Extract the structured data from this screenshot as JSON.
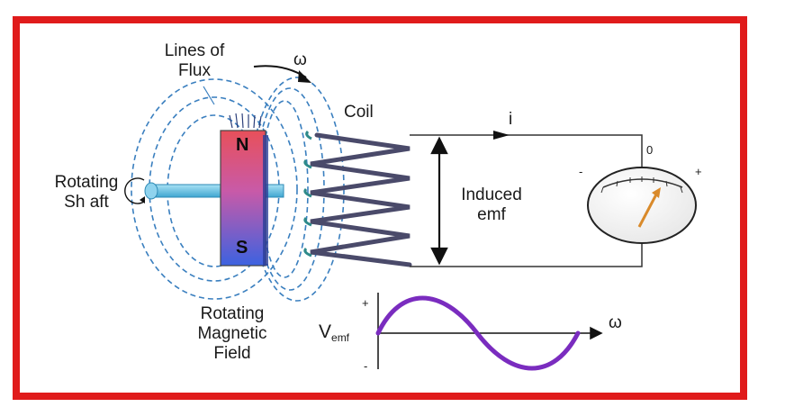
{
  "labels": {
    "lines_of_flux_1": "Lines of",
    "lines_of_flux_2": "Flux",
    "omega_top": "ω",
    "coil": "Coil",
    "current": "i",
    "rotating_shaft_1": "Rotating",
    "rotating_shaft_2": "Sh aft",
    "north": "N",
    "south": "S",
    "induced_emf_1": "Induced",
    "induced_emf_2": "emf",
    "meter_zero": "0",
    "meter_minus": "-",
    "meter_plus": "+",
    "rotating_field_1": "Rotating",
    "rotating_field_2": "Magnetic",
    "rotating_field_3": "Field",
    "v_emf_main": "V",
    "v_emf_sub": "emf",
    "wave_plus": "+",
    "wave_minus": "-",
    "omega_axis": "ω"
  },
  "colors": {
    "border": "#e01b1b",
    "magnet_north": "#e8505a",
    "magnet_south": "#4a64e0",
    "flux_lines": "#3a7fbf",
    "shaft": "#6cc5e6",
    "coil": "#4a4a6a",
    "wave": "#7a2cbf",
    "needle": "#d98a2b"
  }
}
